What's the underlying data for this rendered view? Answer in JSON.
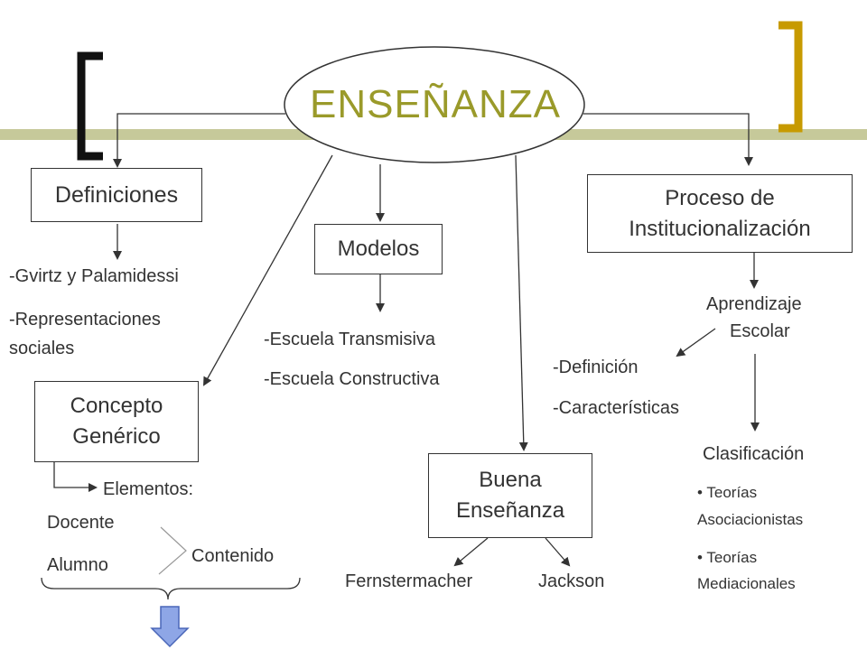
{
  "title": "ENSEÑANZA",
  "colors": {
    "accent_bar": "#c6c99a",
    "title": "#9a9a2a",
    "bracket_left": "#111111",
    "bracket_right": "#c79a00",
    "arrow_fill": "#8ea6e6"
  },
  "definiciones": {
    "label": "Definiciones",
    "items": [
      "-Gvirtz y Palamidessi",
      "-Representaciones",
      "sociales"
    ]
  },
  "modelos": {
    "label": "Modelos",
    "items": [
      "-Escuela Transmisiva",
      "-Escuela Constructiva"
    ]
  },
  "proceso": {
    "label_line1": "Proceso de",
    "label_line2": "Institucionalización",
    "aprendizaje_line1": "Aprendizaje",
    "aprendizaje_line2": "Escolar",
    "items": [
      "-Definición",
      "-Características"
    ],
    "clasificacion": "Clasificación",
    "teorias": [
      {
        "line1": "• Teorías",
        "line2": "Asociacionistas"
      },
      {
        "line1": "• Teorías",
        "line2": "Mediacionales"
      }
    ]
  },
  "concepto": {
    "label_line1": "Concepto",
    "label_line2": "Genérico",
    "elementos": "Elementos:",
    "docente": "Docente",
    "alumno": "Alumno",
    "contenido": "Contenido"
  },
  "buena": {
    "label_line1": "Buena",
    "label_line2": "Enseñanza",
    "authors": [
      "Fernstermacher",
      "Jackson"
    ]
  }
}
